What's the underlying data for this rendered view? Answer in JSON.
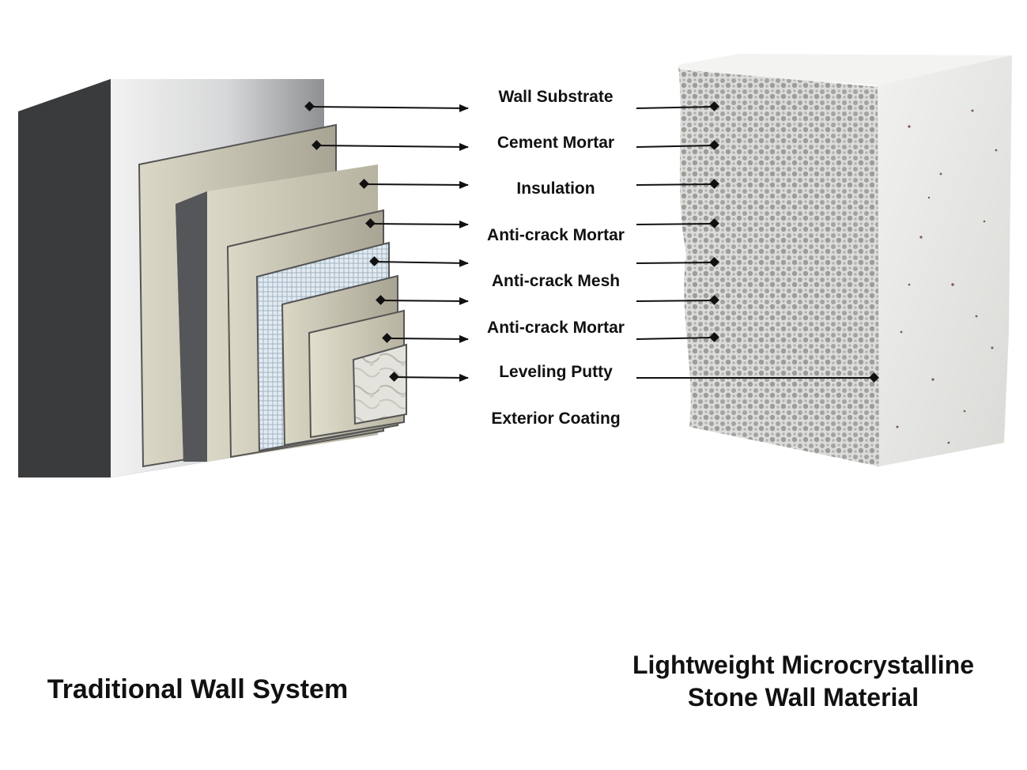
{
  "left_caption": "Traditional Wall System",
  "right_caption": {
    "line1": "Lightweight Microcrystalline",
    "line2": "Stone Wall Material"
  },
  "layers": [
    {
      "label": "Wall Substrate",
      "color": "#c9cbcd"
    },
    {
      "label": "Cement Mortar",
      "color": "#c8c4b0"
    },
    {
      "label": "Insulation",
      "color": "#d3cfbd"
    },
    {
      "label": "Anti-crack Mortar",
      "color": "#c5c1ae"
    },
    {
      "label": "Anti-crack Mesh",
      "color": "#d9e3ea"
    },
    {
      "label": "Anti-crack Mortar",
      "color": "#c2bea9"
    },
    {
      "label": "Leveling Putty",
      "color": "#cfcbb8"
    },
    {
      "label": "Exterior Coating",
      "color": "#dedcd6"
    }
  ],
  "colors": {
    "substrate_dark": "#3a3b3d",
    "block_face": "#e9e9e7",
    "block_pores": "#a9a9a6",
    "text": "#111111"
  }
}
